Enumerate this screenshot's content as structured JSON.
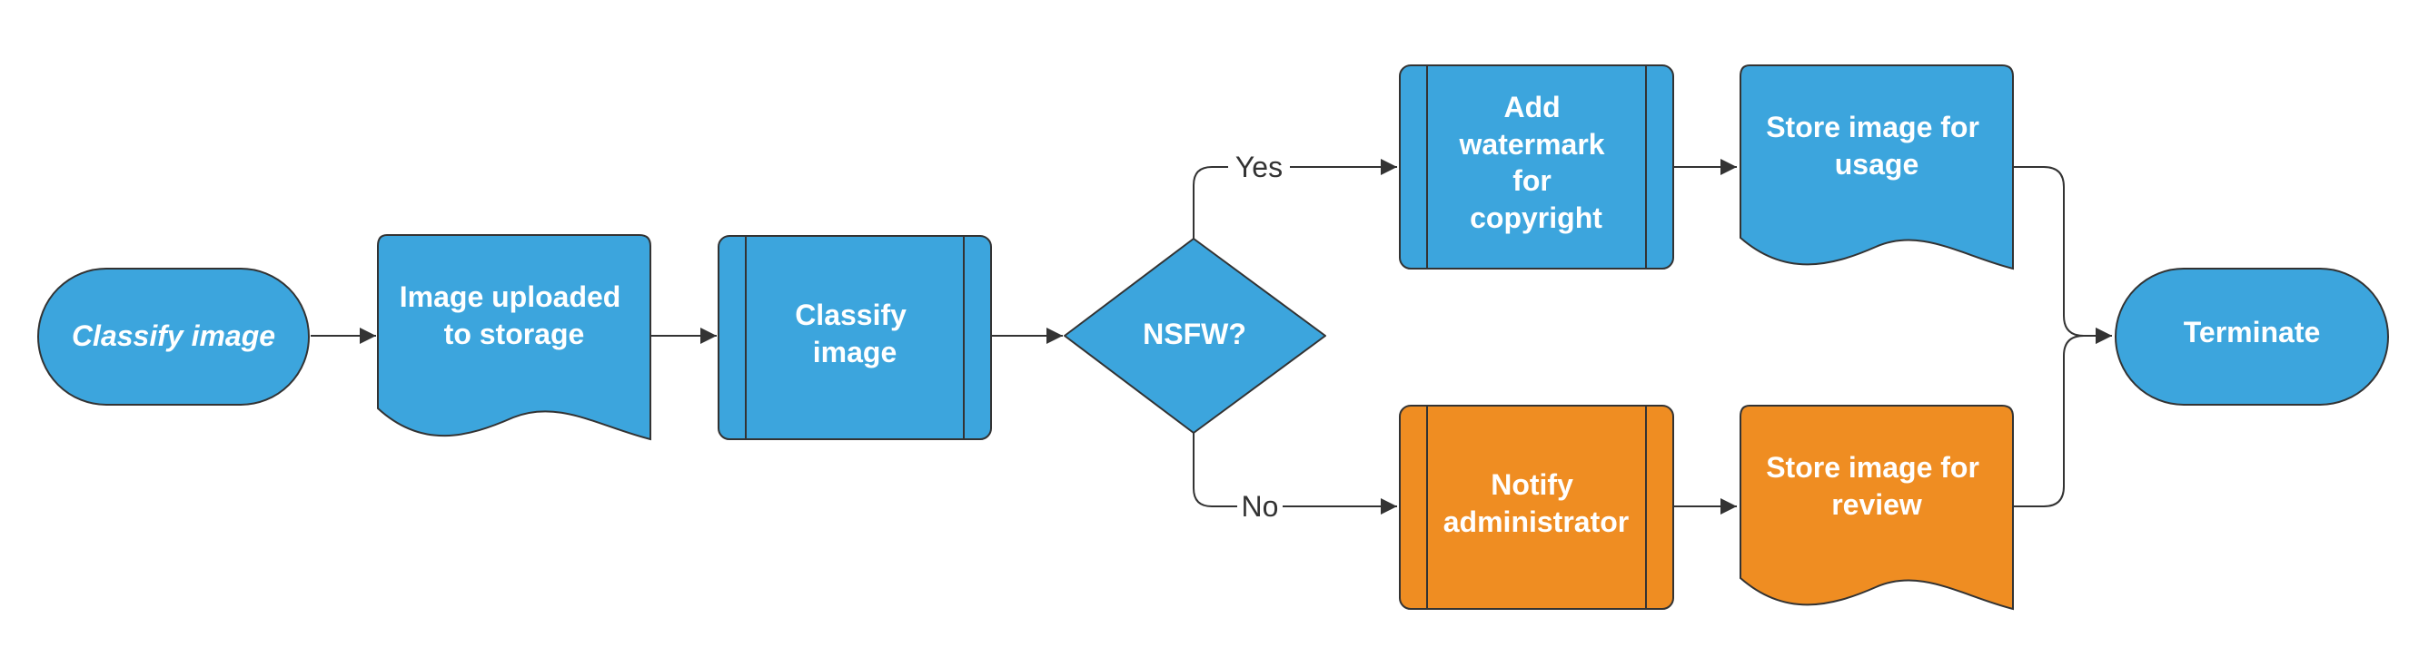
{
  "colors": {
    "blue": "#3CA5DD",
    "orange": "#EF8D22",
    "line": "#333333",
    "text": "#ffffff"
  },
  "nodes": {
    "start": {
      "lines": [
        "Classify image"
      ],
      "shape": "terminator"
    },
    "upload": {
      "lines": [
        "Image uploaded",
        "to storage"
      ],
      "shape": "document"
    },
    "classify": {
      "lines": [
        "Classify",
        "image"
      ],
      "shape": "predefined-process"
    },
    "decision": {
      "lines": [
        "NSFW?"
      ],
      "shape": "decision"
    },
    "watermark": {
      "lines": [
        "Add",
        "watermark",
        "for",
        "copyright"
      ],
      "shape": "predefined-process"
    },
    "store_usage": {
      "lines": [
        "Store image for",
        "usage"
      ],
      "shape": "document"
    },
    "notify": {
      "lines": [
        "Notify",
        "administrator"
      ],
      "shape": "predefined-process"
    },
    "store_review": {
      "lines": [
        "Store image for",
        "review"
      ],
      "shape": "document"
    },
    "terminate": {
      "lines": [
        "Terminate"
      ],
      "shape": "terminator"
    }
  },
  "edges": {
    "yes_label": "Yes",
    "no_label": "No"
  }
}
